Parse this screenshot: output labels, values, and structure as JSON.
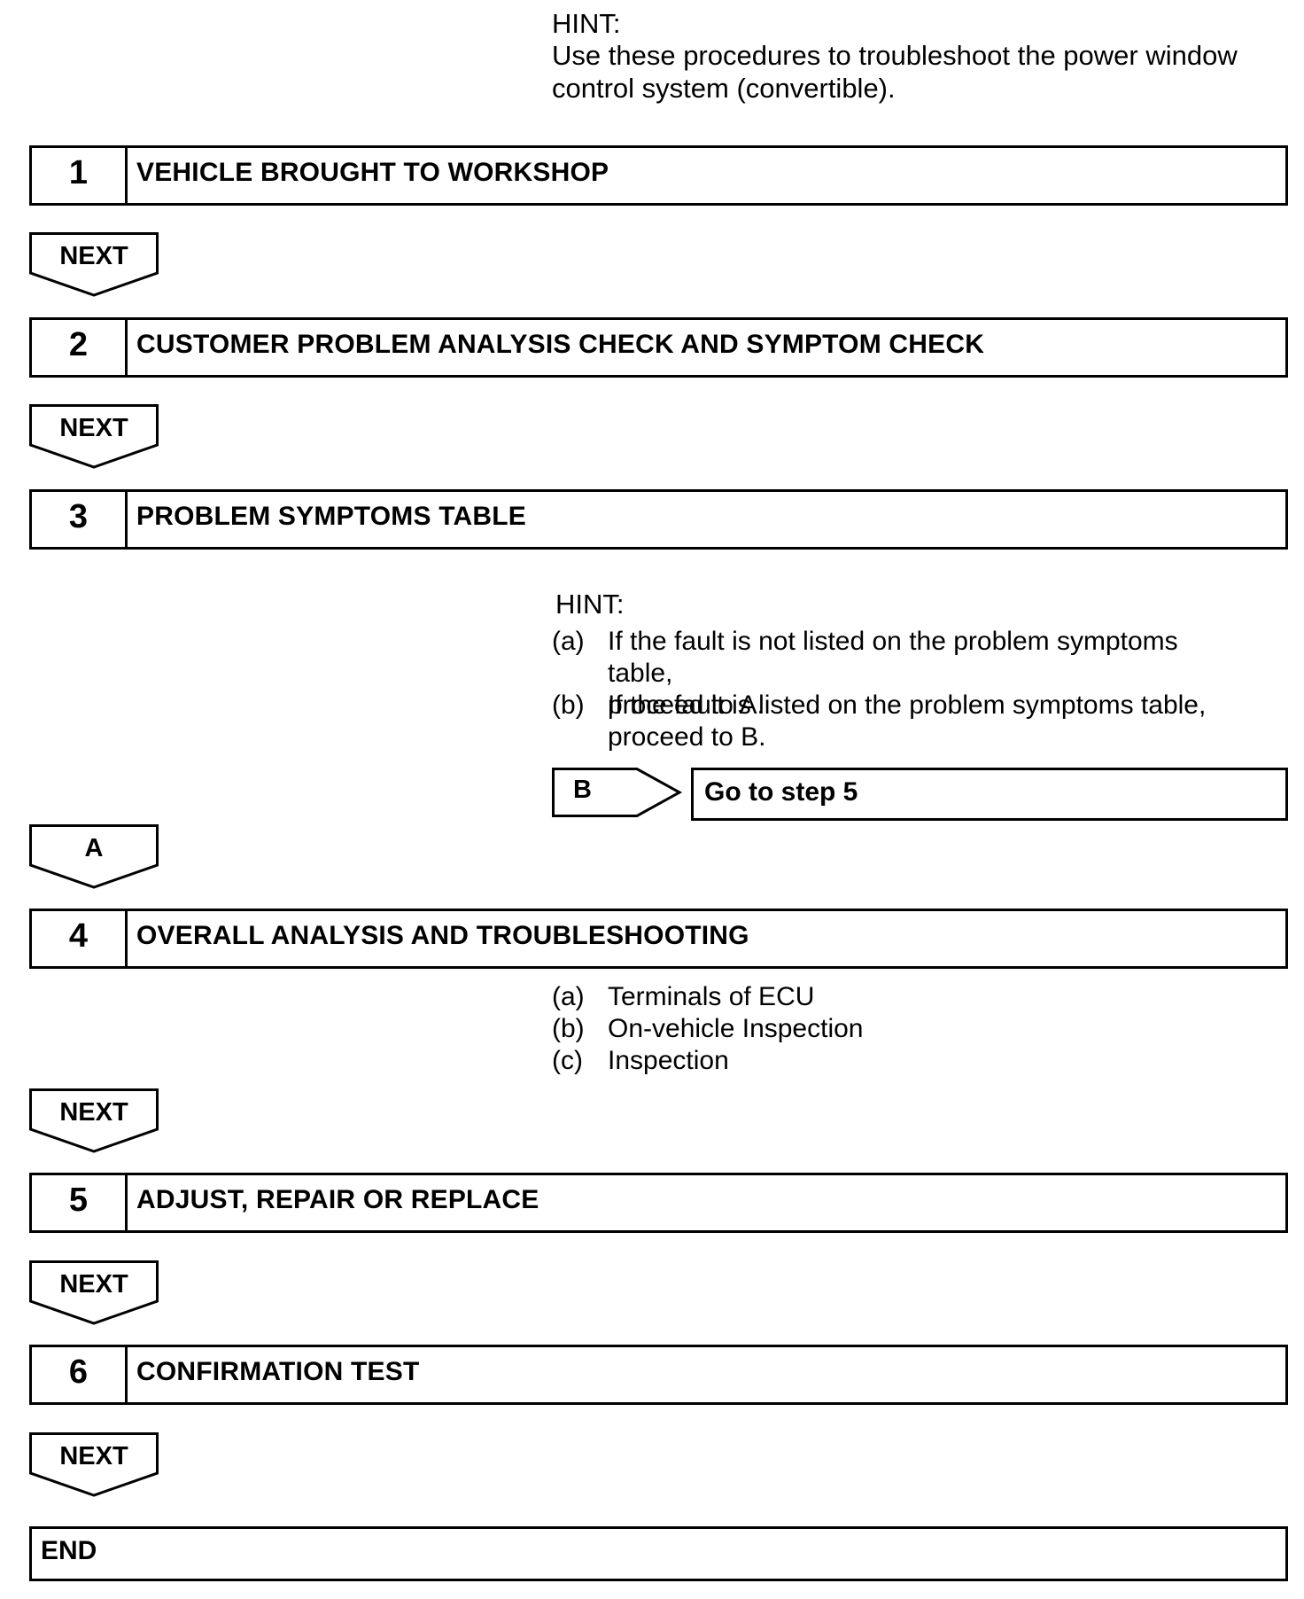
{
  "top_hint": {
    "title": "HINT:",
    "text": "Use these procedures to troubleshoot the power window\ncontrol system (convertible)."
  },
  "steps": [
    {
      "number": "1",
      "title": "VEHICLE BROUGHT TO WORKSHOP"
    },
    {
      "number": "2",
      "title": "CUSTOMER PROBLEM ANALYSIS CHECK AND SYMPTOM CHECK"
    },
    {
      "number": "3",
      "title": "PROBLEM SYMPTOMS TABLE"
    },
    {
      "number": "4",
      "title": "OVERALL ANALYSIS AND TROUBLESHOOTING"
    },
    {
      "number": "5",
      "title": "ADJUST, REPAIR OR REPLACE"
    },
    {
      "number": "6",
      "title": "CONFIRMATION TEST"
    }
  ],
  "markers": {
    "next": "NEXT",
    "a": "A",
    "b": "B"
  },
  "step3_hint": {
    "title": "HINT:",
    "items": [
      {
        "key": "(a)",
        "text": "If the fault is not listed on the problem symptoms table,\nproceed to A."
      },
      {
        "key": "(b)",
        "text": "If the fault is listed on the problem symptoms table,\nproceed to B."
      }
    ],
    "goto": "Go to step 5"
  },
  "step4_items": [
    {
      "key": "(a)",
      "text": "Terminals of ECU"
    },
    {
      "key": "(b)",
      "text": "On-vehicle Inspection"
    },
    {
      "key": "(c)",
      "text": "Inspection"
    }
  ],
  "end_label": "END"
}
